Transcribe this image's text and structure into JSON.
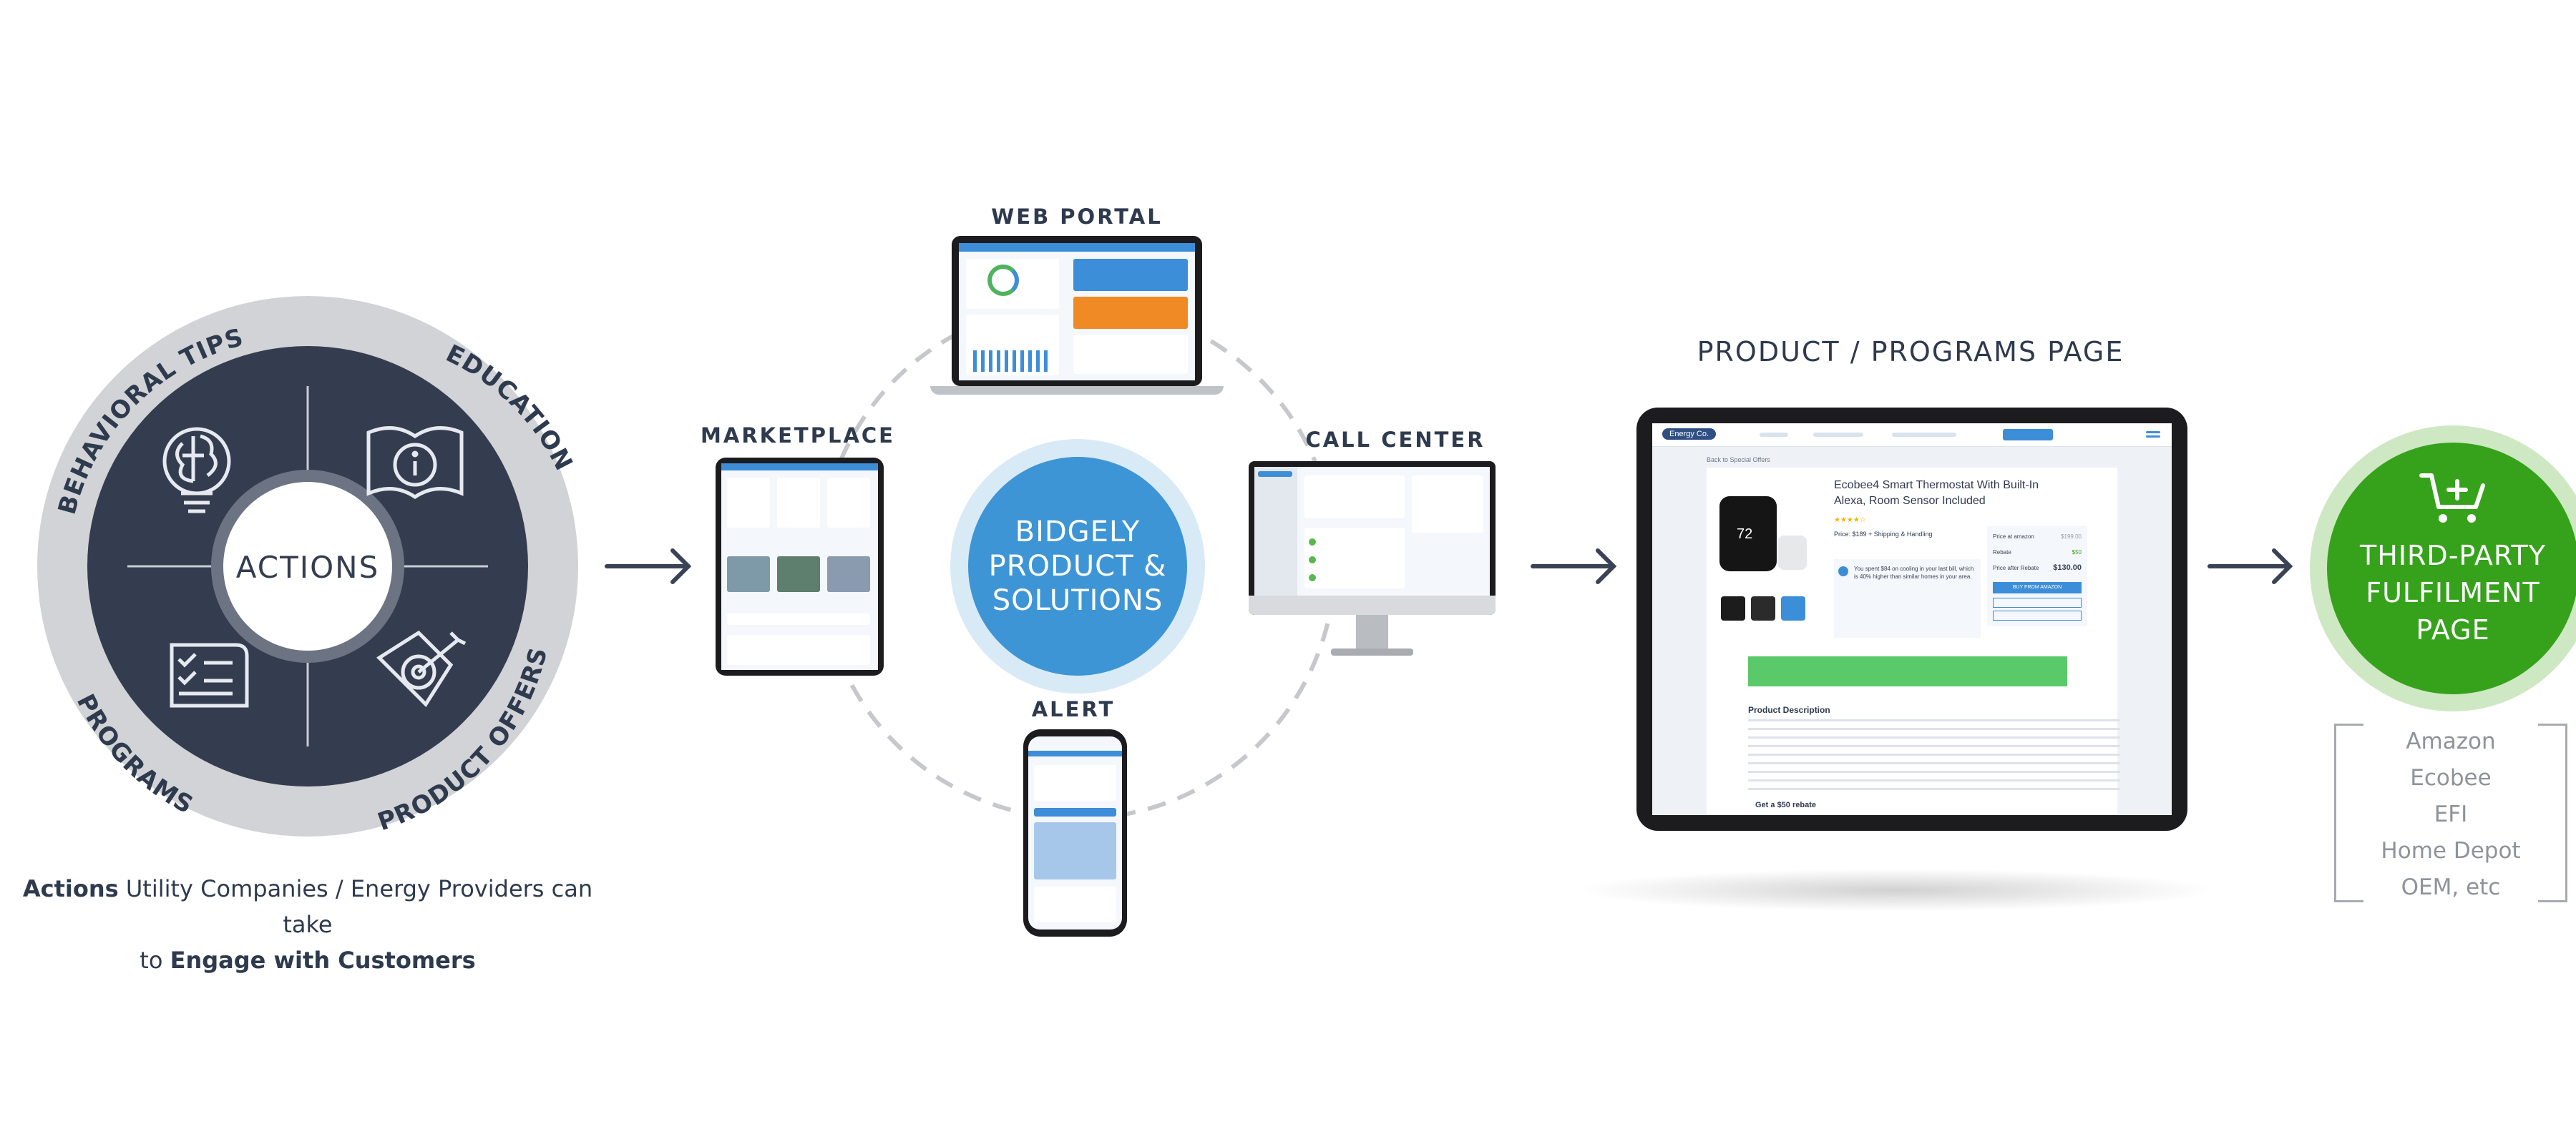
{
  "colors": {
    "navy": "#343d4f",
    "grey_ring": "#d2d3d6",
    "bidgely_blue": "#3d95d6",
    "bidgely_ring": "#d9eaf7",
    "green": "#36a21c",
    "green_ring": "#cfe8c4",
    "arrow": "#3a4356"
  },
  "actions_wheel": {
    "center": "ACTIONS",
    "segments": [
      "BEHAVIORAL TIPS",
      "EDUCATION",
      "PROGRAMS",
      "PRODUCT OFFERS"
    ],
    "icons": [
      "brain-bulb-icon",
      "book-info-icon",
      "checklist-scroll-icon",
      "price-tag-target-icon"
    ]
  },
  "actions_caption": {
    "line1_bold": "Actions",
    "line1_rest": " Utility Companies / Energy Providers can take",
    "line2_pre": "to ",
    "line2_bold": "Engage with Customers"
  },
  "hub": {
    "line1": "BIDGELY",
    "line2": "PRODUCT &",
    "line3": "SOLUTIONS"
  },
  "channels": {
    "web_portal": "WEB PORTAL",
    "marketplace": "MARKETPLACE",
    "call_center": "CALL CENTER",
    "alert": "ALERT"
  },
  "product_page": {
    "title": "PRODUCT / PROGRAMS PAGE",
    "brand": "Energy Co.",
    "back_link": "Back to Special Offers",
    "product_name_1": "Ecobee4 Smart Thermostat With Built-In",
    "product_name_2": "Alexa, Room Sensor Included",
    "price_line": "Price: $189 + Shipping & Handling",
    "price_rows": [
      {
        "label": "Price at amazon",
        "value": "$199.00"
      },
      {
        "label": "Rebate",
        "value": "$50"
      },
      {
        "label": "Price after Rebate",
        "value": "$130.00"
      }
    ],
    "buy_button": "BUY FROM AMAZON",
    "info_text": "You spent $84 on cooling in your last bill, which is 40% higher than similar homes in your area.",
    "desc_title": "Product Description",
    "rebate_title": "Get a $50 rebate"
  },
  "fulfilment": {
    "line1": "THIRD-PARTY",
    "line2": "FULFILMENT",
    "line3": "PAGE",
    "partners": [
      "Amazon",
      "Ecobee",
      "EFI",
      "Home Depot",
      "OEM, etc"
    ],
    "icon": "cart-add-icon"
  }
}
